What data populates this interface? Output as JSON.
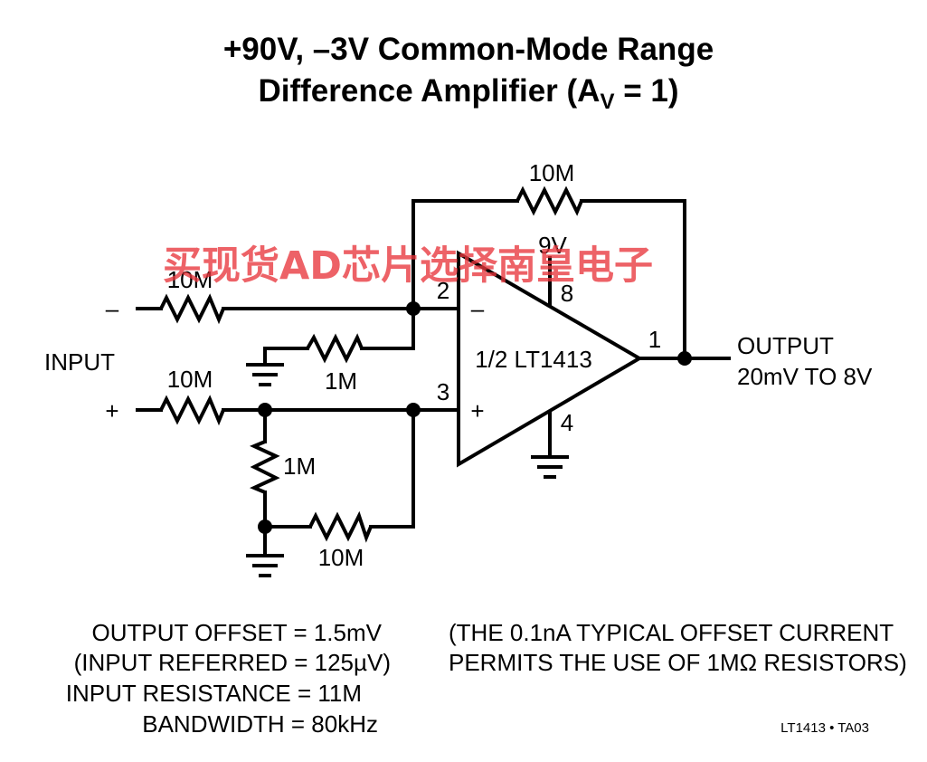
{
  "title": {
    "line1": "+90V, –3V Common-Mode Range",
    "line2_pre": "Difference Amplifier (A",
    "line2_sub": "V",
    "line2_post": " = 1)"
  },
  "watermark": "买现货AD芯片选择南皇电子",
  "components": {
    "feedback_resistor": "10M",
    "input_neg_resistor": "10M",
    "input_pos_resistor": "10M",
    "neg_ground_resistor": "1M",
    "pos_shunt_resistor": "1M",
    "bottom_resistor": "10M",
    "opamp": "1/2 LT1413",
    "supply": "9V"
  },
  "pins": {
    "p1": "1",
    "p2": "2",
    "p3": "3",
    "p4": "4",
    "p8": "8"
  },
  "signs": {
    "opamp_minus": "–",
    "opamp_plus": "+",
    "input_minus": "–",
    "input_plus": "+"
  },
  "labels": {
    "input": "INPUT",
    "output_line1": "OUTPUT",
    "output_line2": "20mV TO 8V"
  },
  "specs": [
    "OUTPUT OFFSET = 1.5mV",
    "(INPUT REFERRED = 125µV)",
    "INPUT RESISTANCE = 11M",
    "BANDWIDTH = 80kHz"
  ],
  "note": [
    "(THE 0.1nA TYPICAL OFFSET CURRENT",
    "PERMITS THE USE OF 1MΩ RESISTORS)"
  ],
  "figure_code": "LT1413 • TA03"
}
